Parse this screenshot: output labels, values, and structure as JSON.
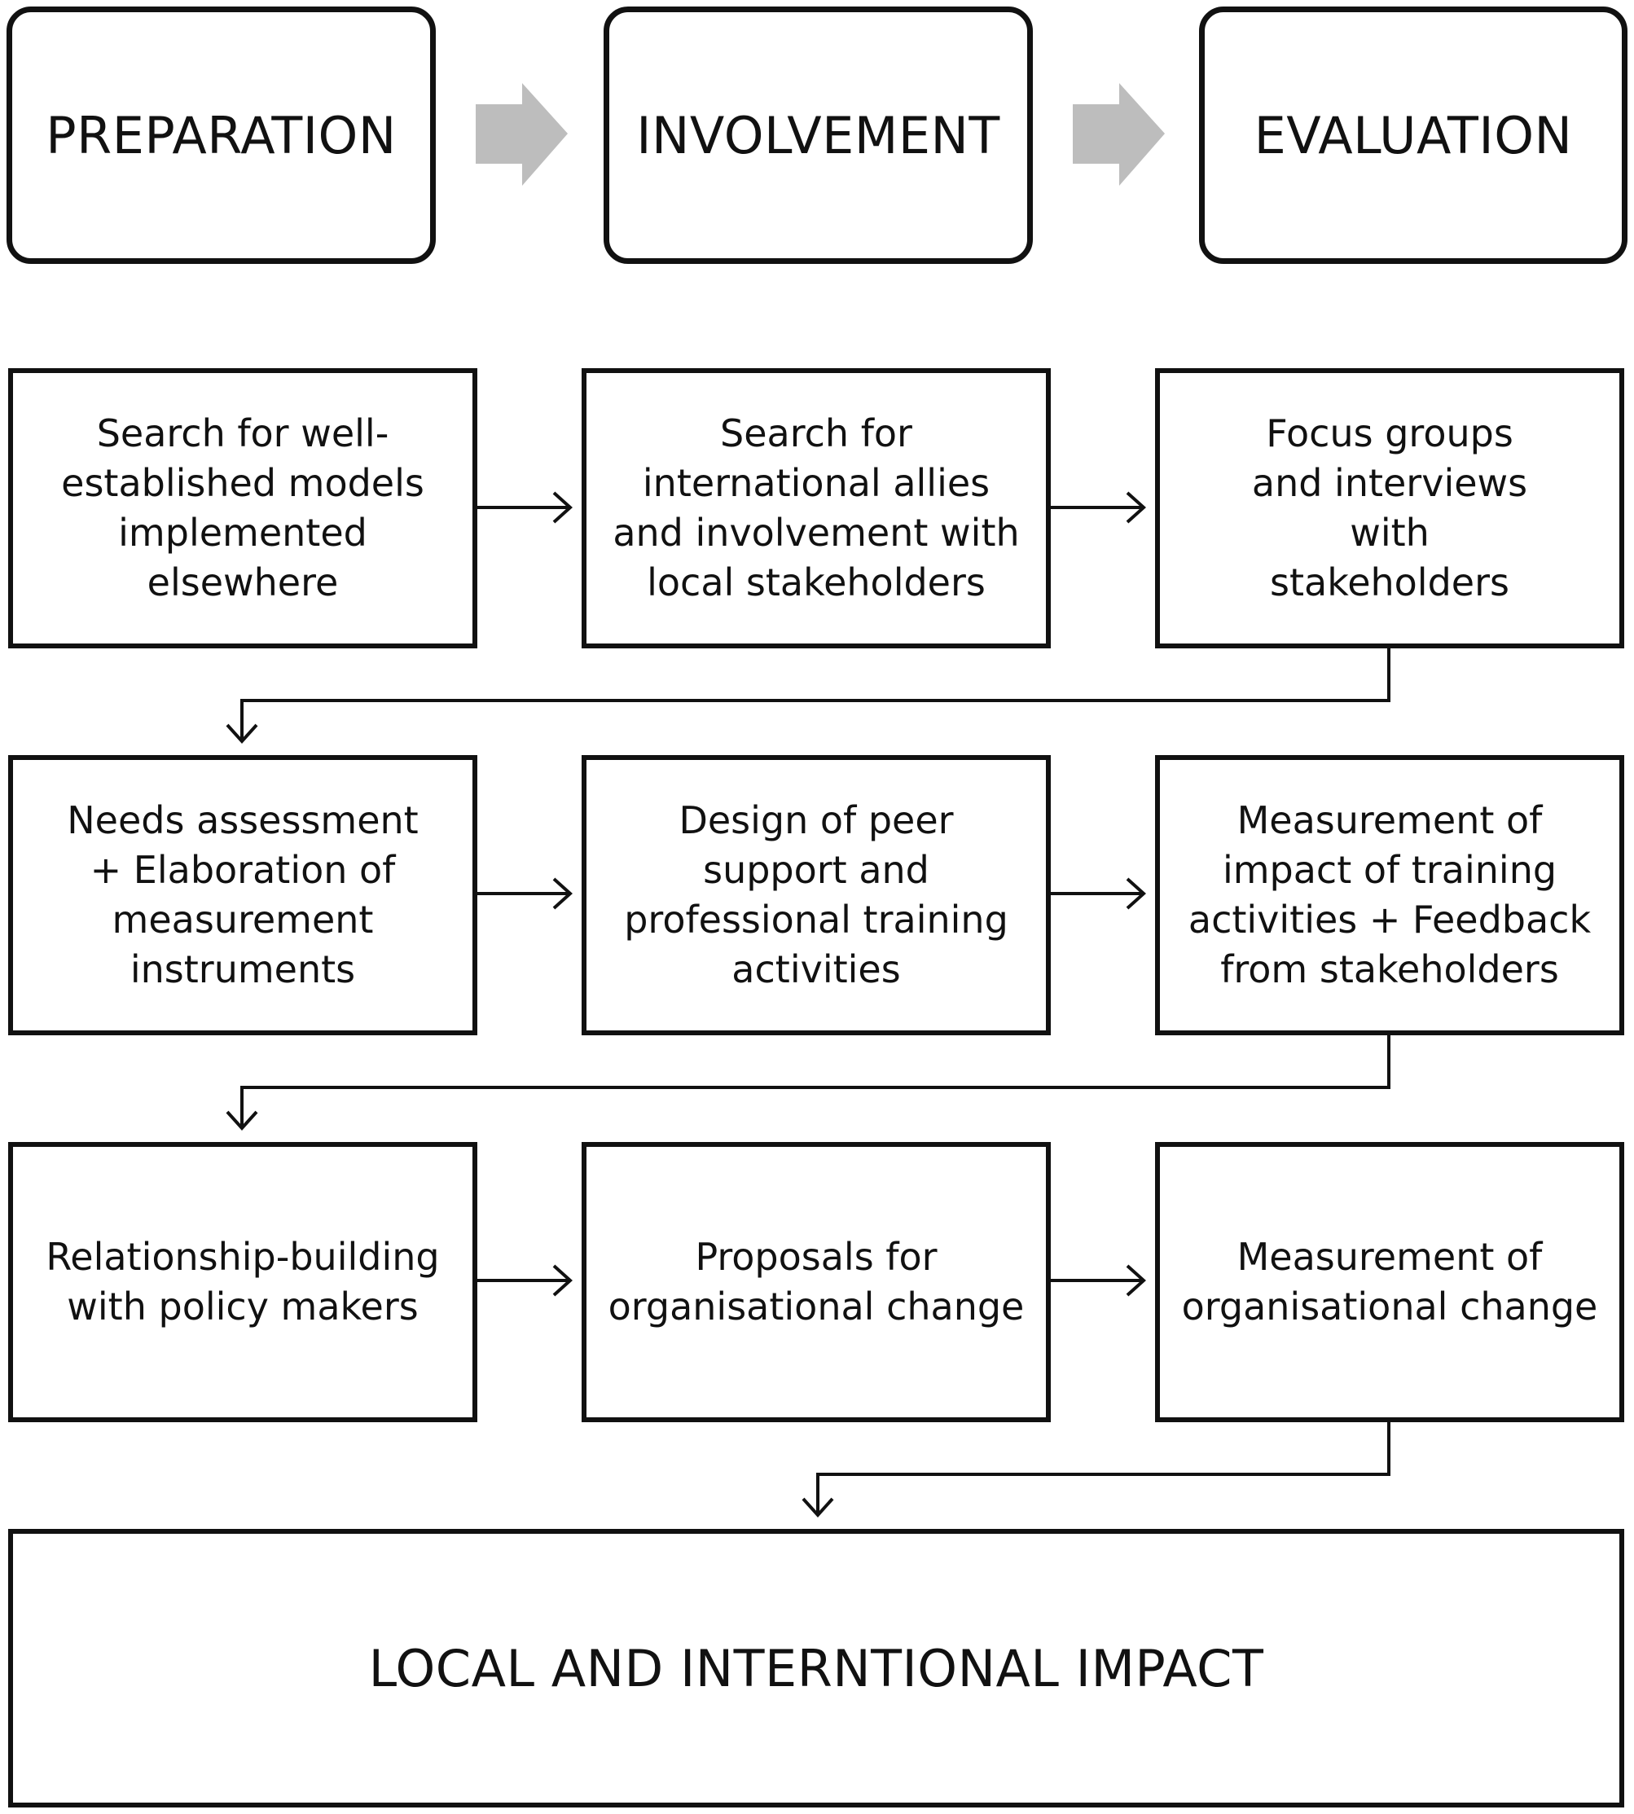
{
  "phases": [
    "PREPARATION",
    "INVOLVEMENT",
    "EVALUATION"
  ],
  "steps": {
    "row1": [
      "Search for well-established models implemented elsewhere",
      "Search for international allies and involvement with local stakeholders",
      "Focus groups and interviews with stakeholders"
    ],
    "row2": [
      "Needs assessment + Elaboration of measurement instruments",
      "Design of peer support and professional training activities",
      "Measurement of impact of training activities + Feedback from stakeholders"
    ],
    "row3": [
      "Relationship-building with policy makers",
      "Proposals for organisational change",
      "Measurement of organisational change"
    ]
  },
  "impact": "LOCAL AND INTERNTIONAL IMPACT",
  "colors": {
    "stroke": "#111111",
    "phase_arrow": "#bdbdbd",
    "background": "#ffffff"
  }
}
